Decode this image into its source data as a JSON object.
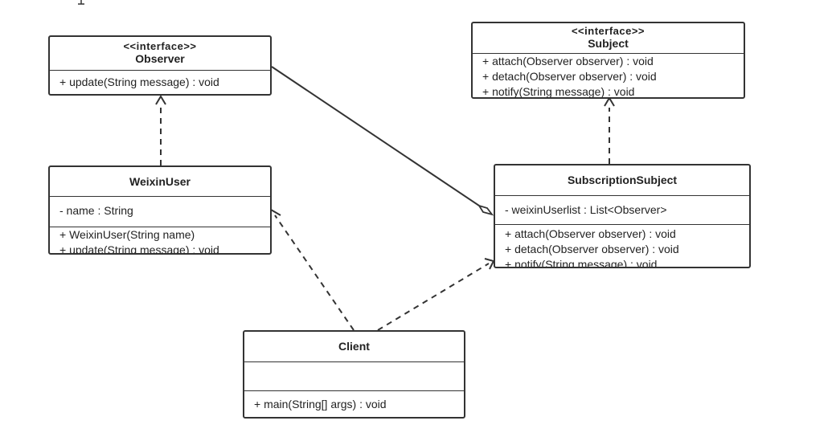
{
  "diagram": {
    "classes": [
      {
        "id": "observer",
        "stereotype": "<<interface>>",
        "name": "Observer",
        "attributes": [],
        "methods": [
          "+ update(String message) : void"
        ]
      },
      {
        "id": "subject",
        "stereotype": "<<interface>>",
        "name": "Subject",
        "attributes": [],
        "methods": [
          "+ attach(Observer observer) : void",
          "+ detach(Observer observer) : void",
          "+ notify(String message) : void"
        ]
      },
      {
        "id": "weixinuser",
        "stereotype": "",
        "name": "WeixinUser",
        "attributes": [
          "- name : String"
        ],
        "methods": [
          "+ WeixinUser(String name)",
          "+ update(String message) : void"
        ]
      },
      {
        "id": "subscriptionsubject",
        "stereotype": "",
        "name": "SubscriptionSubject",
        "attributes": [
          "- weixinUserlist : List<Observer>"
        ],
        "methods": [
          "+ attach(Observer observer) : void",
          "+ detach(Observer observer) : void",
          "+ notify(String message) : void"
        ]
      },
      {
        "id": "client",
        "stereotype": "",
        "name": "Client",
        "attributes": [],
        "methods": [
          "+ main(String[] args) : void"
        ]
      }
    ],
    "relations": [
      {
        "type": "realization",
        "from": "weixinuser",
        "to": "observer"
      },
      {
        "type": "realization",
        "from": "subscriptionsubject",
        "to": "subject"
      },
      {
        "type": "aggregation",
        "from": "subscriptionsubject",
        "to": "observer"
      },
      {
        "type": "dependency",
        "from": "client",
        "to": "weixinuser"
      },
      {
        "type": "dependency",
        "from": "client",
        "to": "subscriptionsubject"
      }
    ]
  }
}
